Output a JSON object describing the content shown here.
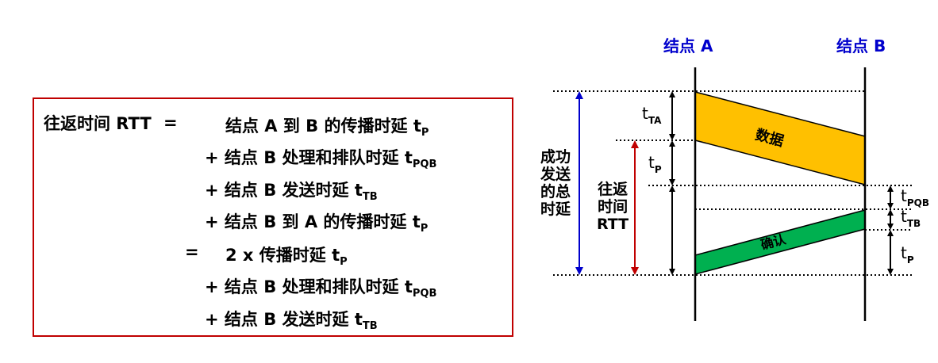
{
  "formula": {
    "lhs": "往返时间 RTT",
    "eq_sign": "=",
    "lines": [
      {
        "prefix": "",
        "text": "结点 A 到 B 的传播时延 t",
        "sub": "P"
      },
      {
        "prefix": "+",
        "text": "结点 B 处理和排队时延 t",
        "sub": "PQB"
      },
      {
        "prefix": "+",
        "text": "结点 B 发送时延 t",
        "sub": "TB"
      },
      {
        "prefix": "+",
        "text": "结点 B 到 A 的传播时延 t",
        "sub": "P"
      }
    ],
    "eq_sign2": "=",
    "lines2": [
      {
        "prefix": "",
        "text": "2 x 传播时延 t",
        "sub": "P"
      },
      {
        "prefix": "+",
        "text": "结点 B 处理和排队时延 t",
        "sub": "PQB"
      },
      {
        "prefix": "+",
        "text": "结点 B 发送时延 t",
        "sub": "TB"
      }
    ],
    "border_color": "#c00000"
  },
  "diagram": {
    "node_a": "结点 A",
    "node_b": "结点 B",
    "node_color": "#0000cc",
    "total_delay_label": "成功发送的总时延",
    "total_delay_lines": [
      "成功",
      "发送",
      "的总",
      "时延"
    ],
    "rtt_lines": [
      "往返",
      "时间",
      "RTT"
    ],
    "data_label": "数据",
    "ack_label": "确认",
    "data_color": "#ffc000",
    "ack_color": "#00b050",
    "total_arrow_color": "#0000cc",
    "rtt_arrow_color": "#c00000",
    "intervals_left": [
      {
        "t": "t",
        "sub": "TA"
      },
      {
        "t": "t",
        "sub": "P"
      }
    ],
    "intervals_right": [
      {
        "t": "t",
        "sub": "PQB"
      },
      {
        "t": "t",
        "sub": "TB"
      },
      {
        "t": "t",
        "sub": "P"
      }
    ]
  }
}
